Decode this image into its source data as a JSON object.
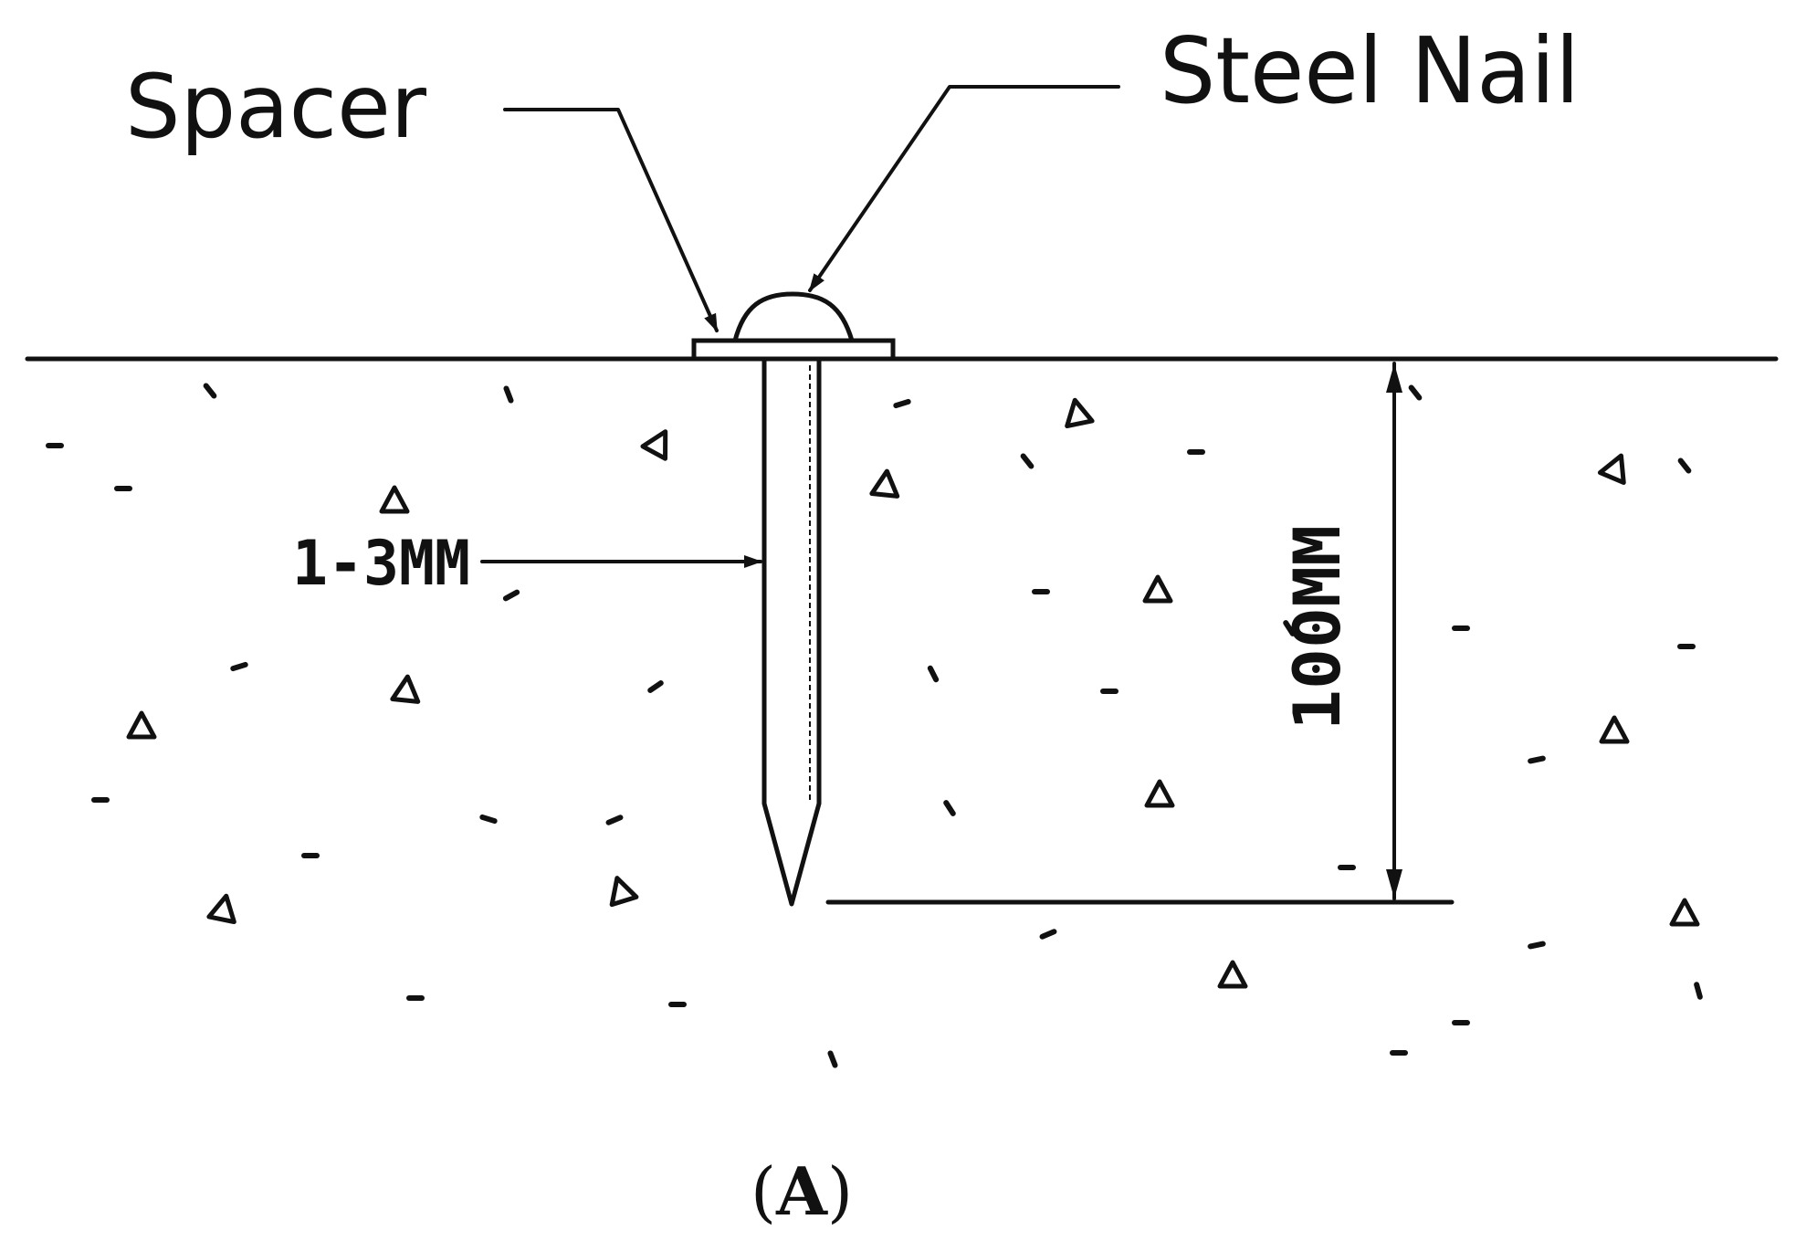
{
  "labels": {
    "spacer": "Spacer",
    "steel_nail": "Steel Nail",
    "nail_diameter": "1-3MM",
    "penetration_depth": "100MM"
  },
  "caption": {
    "open_paren": "(",
    "letter": "A",
    "close_paren": ")"
  },
  "colors": {
    "ink": "#111111",
    "background": "#ffffff"
  }
}
